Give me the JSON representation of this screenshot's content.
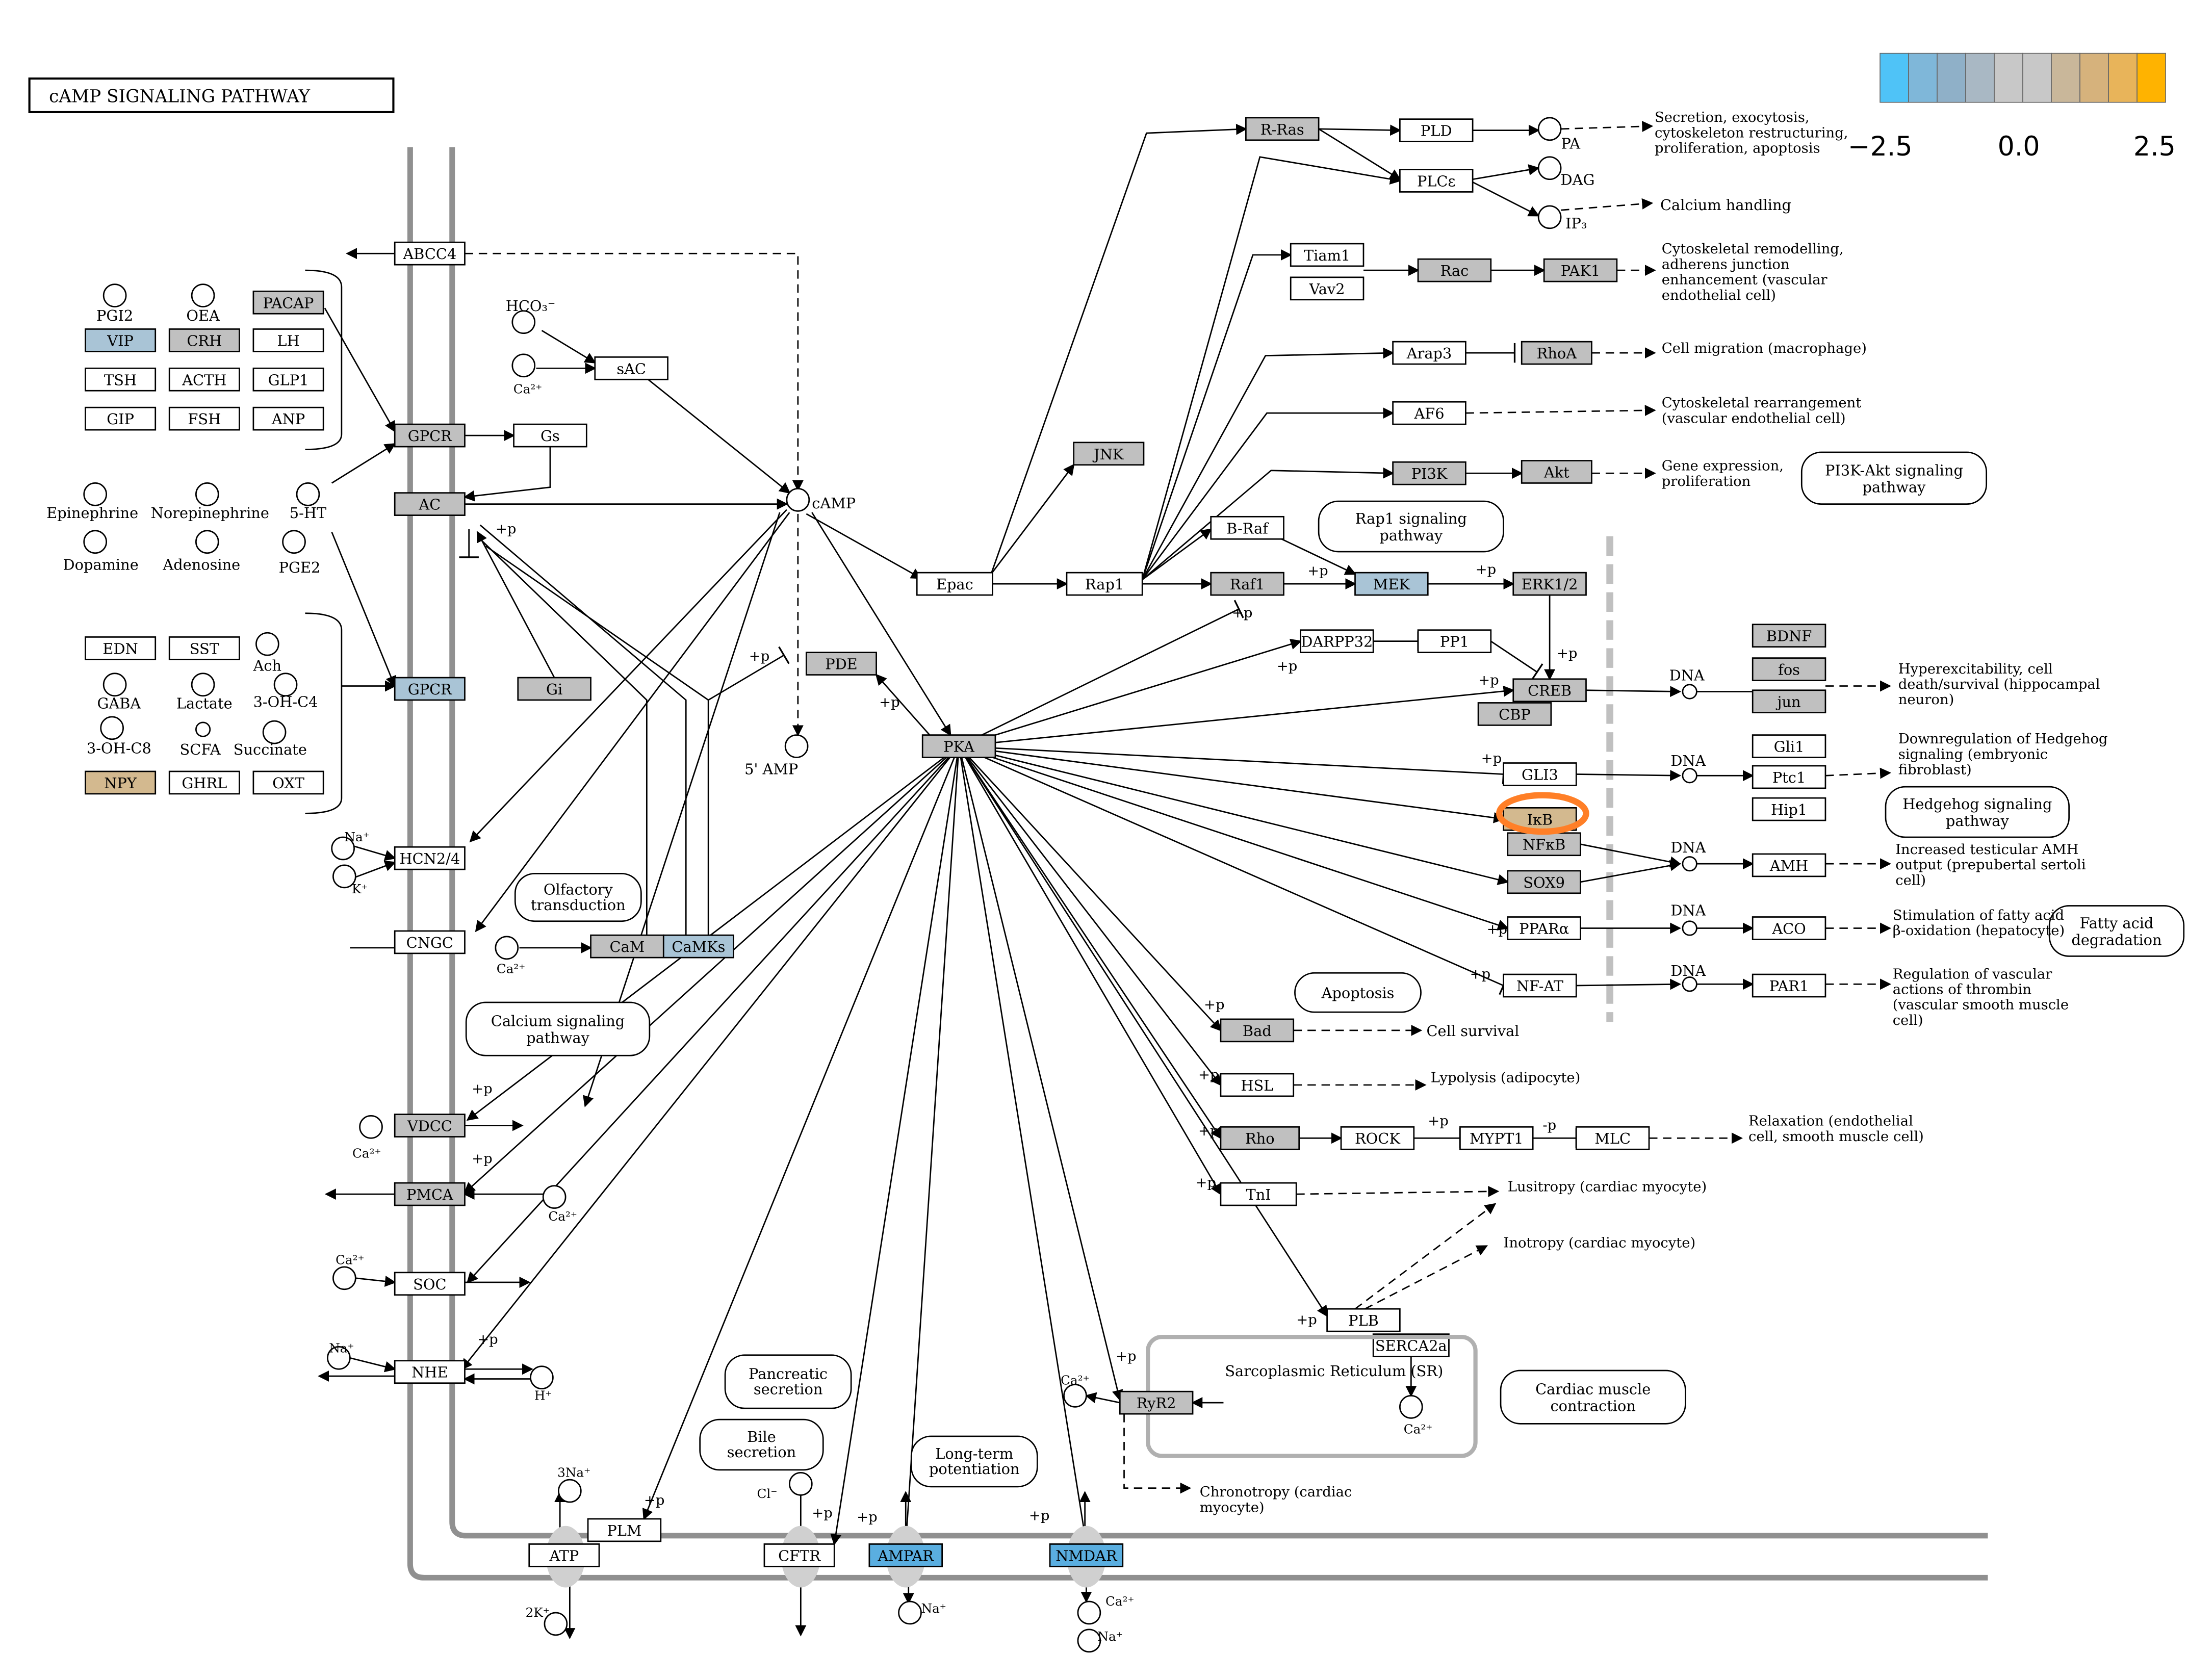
{
  "title": "cAMP SIGNALING PATHWAY",
  "legend": {
    "min_label": "−2.5",
    "mid_label": "0.0",
    "max_label": "2.5",
    "colors": [
      "#4fc3f7",
      "#7fb7d9",
      "#8fb0c8",
      "#a9b8c4",
      "#c8c8c8",
      "#c8c8c8",
      "#c9b79a",
      "#d6b27c",
      "#e8b45a",
      "#ffb300"
    ]
  },
  "colors": {
    "gray": "#c0c0c0",
    "blue_light": "#a9c4d6",
    "blue": "#5aaee0",
    "tan": "#d3b98f",
    "highlight_ring": "#ff7f27",
    "membrane": "#909090",
    "dna_bar": "#c0c0c0"
  },
  "nodes": {
    "ABCC4": "ABCC4",
    "PGI2": "PGI2",
    "OEA": "OEA",
    "PACAP": "PACAP",
    "VIP": "VIP",
    "CRH": "CRH",
    "LH": "LH",
    "TSH": "TSH",
    "ACTH": "ACTH",
    "GLP1": "GLP1",
    "GIP": "GIP",
    "FSH": "FSH",
    "ANP": "ANP",
    "GPCR1": "GPCR",
    "Gs": "Gs",
    "AC": "AC",
    "HCO3": "HCO₃⁻",
    "sAC": "sAC",
    "Ca_sAC": "Ca²⁺",
    "cAMP": "cAMP",
    "AMP5": "5' AMP",
    "PDE": "PDE",
    "Epinephrine": "Epinephrine",
    "Norepinephrine": "Norepinephrine",
    "HT5": "5-HT",
    "Dopamine": "Dopamine",
    "Adenosine": "Adenosine",
    "PGE2": "PGE2",
    "EDN": "EDN",
    "SST": "SST",
    "Ach": "Ach",
    "GABA": "GABA",
    "Lactate": "Lactate",
    "OHC4": "3-OH-C4",
    "OHC8": "3-OH-C8",
    "SCFA": "SCFA",
    "Succinate": "Succinate",
    "NPY": "NPY",
    "GHRL": "GHRL",
    "OXT": "OXT",
    "GPCR2": "GPCR",
    "Gi": "Gi",
    "HCN": "HCN2/4",
    "Na_hcn": "Na⁺",
    "K_hcn": "K⁺",
    "Olfactory": "Olfactory transduction",
    "CNGC": "CNGC",
    "Ca_cngc": "Ca²⁺",
    "CaM": "CaM",
    "CaMKs": "CaMKs",
    "CalciumSig": "Calcium signaling pathway",
    "VDCC": "VDCC",
    "PMCA": "PMCA",
    "SOC": "SOC",
    "NHE": "NHE",
    "Ca2": "Ca²⁺",
    "Na": "Na⁺",
    "H": "H⁺",
    "Pancreatic": "Pancreatic secretion",
    "Bile": "Bile secretion",
    "LTP": "Long-term potentiation",
    "ATP": "ATP",
    "PLM": "PLM",
    "CFTR": "CFTR",
    "AMPAR": "AMPAR",
    "NMDAR": "NMDAR",
    "Na3": "3Na⁺",
    "K2": "2K⁺",
    "Cl": "Cl⁻",
    "Epac": "Epac",
    "Rap1": "Rap1",
    "JNK": "JNK",
    "RRas": "R-Ras",
    "PLD": "PLD",
    "PA": "PA",
    "PLCe": "PLCε",
    "DAG": "DAG",
    "IP3": "IP₃",
    "Tiam1": "Tiam1",
    "Vav2": "Vav2",
    "Rac": "Rac",
    "PAK1": "PAK1",
    "Arap3": "Arap3",
    "RhoA": "RhoA",
    "AF6": "AF6",
    "PI3K": "PI3K",
    "Akt": "Akt",
    "BRaf": "B-Raf",
    "Rap1Sig": "Rap1 signaling pathway",
    "Raf1": "Raf1",
    "MEK": "MEK",
    "ERK": "ERK1/2",
    "PKA": "PKA",
    "DARPP32": "DARPP32",
    "PP1": "PP1",
    "CREB": "CREB",
    "CBP": "CBP",
    "GLI3": "GLI3",
    "IkB": "IκB",
    "NFkB": "NFκB",
    "SOX9": "SOX9",
    "PPARa": "PPARα",
    "NFAT": "NF-AT",
    "Apoptosis": "Apoptosis",
    "Bad": "Bad",
    "HSL": "HSL",
    "Rho": "Rho",
    "ROCK": "ROCK",
    "MYPT1": "MYPT1",
    "MLC": "MLC",
    "TnI": "TnI",
    "PLB": "PLB",
    "SERCA2a": "SERCA2a",
    "SR": "Sarcoplasmic Reticulum (SR)",
    "RyR2": "RyR2",
    "Cardiac": "Cardiac muscle contraction",
    "BDNF": "BDNF",
    "fos": "fos",
    "jun": "jun",
    "Gli1": "Gli1",
    "Ptc1": "Ptc1",
    "Hip1": "Hip1",
    "AMH": "AMH",
    "ACO": "ACO",
    "PAR1": "PAR1",
    "DNA": "DNA",
    "HedgehogSig": "Hedgehog signaling pathway",
    "FattyAcid": "Fatty acid degradation",
    "PI3KAkt": "PI3K-Akt signaling pathway",
    "plus_p": "+p",
    "minus_p": "-p"
  },
  "outcomes": {
    "secretion": "Secretion, exocytosis, cytoskeleton restructuring, proliferation, apoptosis",
    "calcium": "Calcium handling",
    "cyto_remodel": "Cytoskeletal remodelling, adherens junction enhancement (vascular endothelial cell)",
    "migration": "Cell migration (macrophage)",
    "cyto_rearr": "Cytoskeletal rearrangement (vascular endothelial cell)",
    "gene_expr": "Gene expression, proliferation",
    "hyperexc": "Hyperexcitability, cell death/survival (hippocampal neuron)",
    "downreg": "Downregulation of Hedgehog signaling (embryonic fibroblast)",
    "testicular": "Increased testicular AMH output (prepubertal sertoli cell)",
    "fatty": "Stimulation of fatty acid β-oxidation (hepatocyte)",
    "vascular": "Regulation of vascular actions of thrombin (vascular smooth muscle cell)",
    "survival": "Cell survival",
    "lipolysis": "Lypolysis (adipocyte)",
    "relaxation": "Relaxation (endothelial cell, smooth muscle cell)",
    "lusitropy": "Lusitropy (cardiac myocyte)",
    "inotropy": "Inotropy (cardiac myocyte)",
    "chronotropy": "Chronotropy (cardiac myocyte)"
  }
}
